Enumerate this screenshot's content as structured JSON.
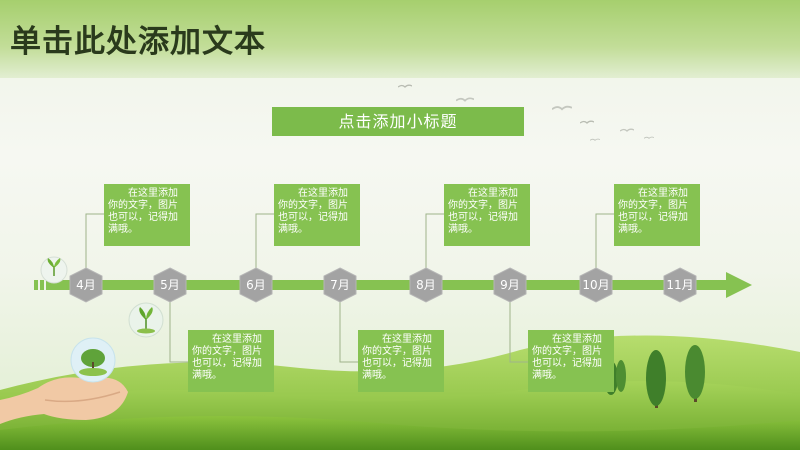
{
  "slide": {
    "title": "单击此处添加文本",
    "subtitle": "点击添加小标题",
    "body_text": "在这里添加你的文字，图片也可以，记得加满哦。"
  },
  "timeline": {
    "months": [
      "4月",
      "5月",
      "6月",
      "7月",
      "8月",
      "9月",
      "10月",
      "11月"
    ],
    "colors": {
      "line": "#86c251",
      "node": "#a3a3a3",
      "textbox": "#86c251",
      "title_bar": "#a6cf6e"
    }
  },
  "icons": [
    "leaf-sprout-icon",
    "globe-plant-icon",
    "hand-globe-icon",
    "bird-icon"
  ]
}
